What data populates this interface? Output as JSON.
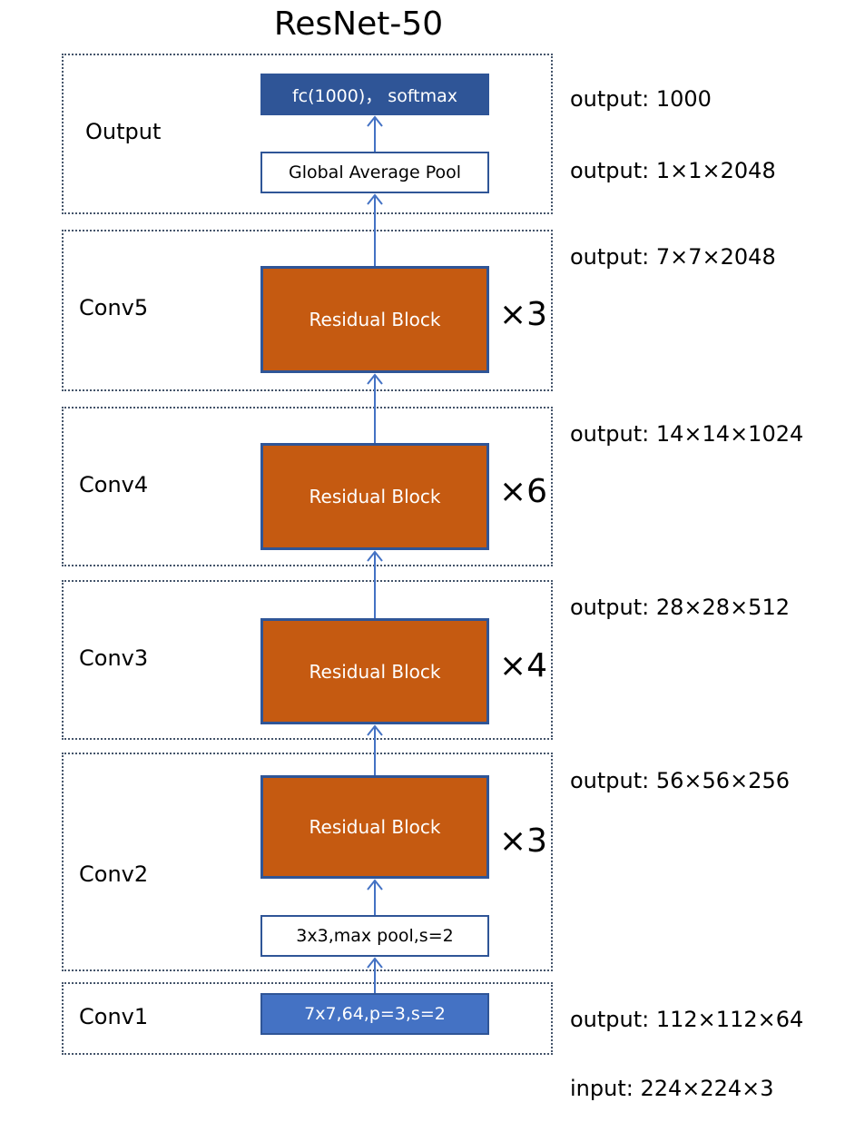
{
  "title": "ResNet-50",
  "stages": {
    "output": {
      "label": "Output",
      "fc": "fc(1000)， softmax",
      "gap": "Global Average Pool"
    },
    "conv5": {
      "label": "Conv5",
      "block": "Residual Block",
      "repeat": "×3"
    },
    "conv4": {
      "label": "Conv4",
      "block": "Residual Block",
      "repeat": "×6"
    },
    "conv3": {
      "label": "Conv3",
      "block": "Residual Block",
      "repeat": "×4"
    },
    "conv2": {
      "label": "Conv2",
      "block": "Residual Block",
      "repeat": "×3",
      "pool": "3x3,max pool,s=2"
    },
    "conv1": {
      "label": "Conv1",
      "conv": "7x7,64,p=3,s=2"
    }
  },
  "shapes": {
    "fc": "output: 1000",
    "gap": "output: 1×1×2048",
    "conv5": "output: 7×7×2048",
    "conv4": "output: 14×14×1024",
    "conv3": "output: 28×28×512",
    "conv2": "output: 56×56×256",
    "conv1": "output: 112×112×64",
    "input": "input: 224×224×3"
  },
  "colors": {
    "dark_blue": "#2f5597",
    "light_blue": "#4472c4",
    "residual_orange": "#c55a11",
    "arrow": "#4472c4",
    "stage_border": "#44546a"
  }
}
